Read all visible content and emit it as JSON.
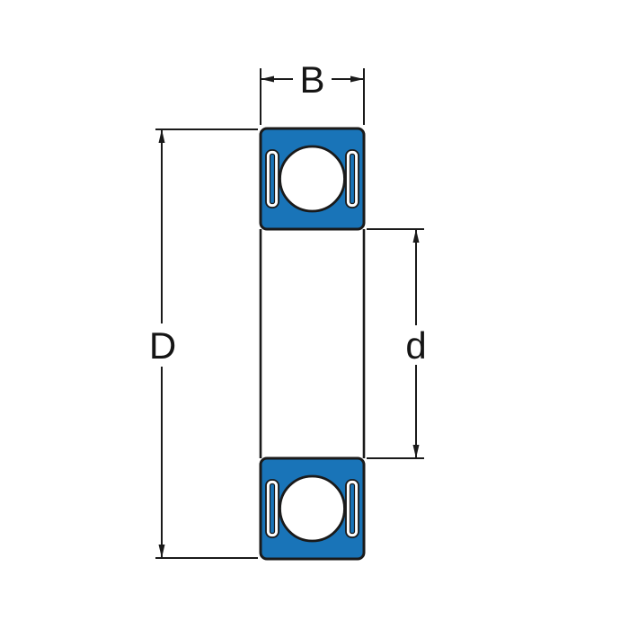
{
  "diagram": {
    "labels": {
      "width": "B",
      "outer_diameter": "D",
      "bore_diameter": "d"
    },
    "colors": {
      "bearing_blue": "#1974b8",
      "line_black": "#1a1a1a",
      "background": "#ffffff"
    }
  }
}
